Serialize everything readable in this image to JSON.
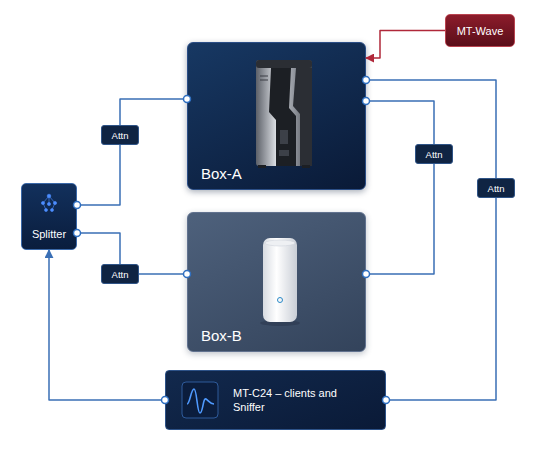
{
  "diagram": {
    "nodes": [
      {
        "text": [
          "MT-Wave"
        ]
      },
      {
        "text": [
          "Box-A"
        ]
      },
      {
        "text": [
          "Attn"
        ]
      },
      {
        "text": [
          "Attn"
        ]
      },
      {
        "text": [
          "Attn"
        ]
      },
      {
        "text": [
          "Splitter"
        ]
      },
      {
        "text": [
          "Box-B"
        ]
      },
      {
        "text": [
          "Attn"
        ]
      },
      {
        "text": [
          "MT-C24 – clients and Sniffer"
        ]
      }
    ],
    "edges": [
      {
        "from": 0,
        "to": 1,
        "arrow": "to"
      },
      {
        "from": 5,
        "to": 2,
        "arrow": "none"
      },
      {
        "from": 2,
        "to": 1,
        "arrow": "none"
      },
      {
        "from": 5,
        "to": 7,
        "arrow": "none"
      },
      {
        "from": 7,
        "to": 6,
        "arrow": "none"
      },
      {
        "from": 1,
        "to": 3,
        "arrow": "none"
      },
      {
        "from": 3,
        "to": 6,
        "arrow": "none"
      },
      {
        "from": 1,
        "to": 4,
        "arrow": "none"
      },
      {
        "from": 4,
        "to": 8,
        "arrow": "none"
      },
      {
        "from": 8,
        "to": 5,
        "arrow": "to"
      }
    ]
  }
}
